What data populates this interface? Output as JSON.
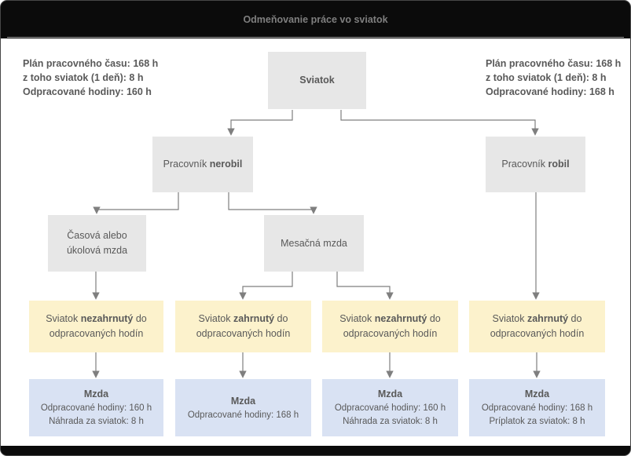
{
  "window": {
    "title": "Odmeňovanie práce vo sviatok"
  },
  "info_left": {
    "lines": [
      "Plán pracovného času: 168 h",
      "z toho sviatok (1 deň): 8 h",
      "Odpracované hodiny: 160 h"
    ]
  },
  "info_right": {
    "lines": [
      "Plán pracovného času: 168 h",
      "z toho sviatok (1 deň): 8 h",
      "Odpracované hodiny: 168 h"
    ]
  },
  "nodes": {
    "sviatok": {
      "label": "Sviatok"
    },
    "nerobil": {
      "prefix": "Pracovník ",
      "bold": "nerobil"
    },
    "robil": {
      "prefix": "Pracovník ",
      "bold": "robil"
    },
    "casova": {
      "line1": "Časová alebo",
      "line2": "úkolová mzda"
    },
    "mesacna": {
      "label": "Mesačná mzda"
    },
    "y1": {
      "prefix": "Sviatok ",
      "bold": "nezahrnutý",
      "suffix": " do",
      "line2": "odpracovaných hodín"
    },
    "y2": {
      "prefix": "Sviatok ",
      "bold": "zahrnutý",
      "suffix": " do",
      "line2": "odpracovaných hodín"
    },
    "y3": {
      "prefix": "Sviatok ",
      "bold": "nezahrnutý",
      "suffix": " do",
      "line2": "odpracovaných hodín"
    },
    "y4": {
      "prefix": "Sviatok ",
      "bold": "zahrnutý",
      "suffix": " do",
      "line2": "odpracovaných hodín"
    },
    "m1": {
      "title": "Mzda",
      "line1": "Odpracované hodiny: 160 h",
      "line2": "Náhrada za sviatok: 8 h"
    },
    "m2": {
      "title": "Mzda",
      "line1": "Odpracované hodiny: 168 h"
    },
    "m3": {
      "title": "Mzda",
      "line1": "Odpracované hodiny: 160 h",
      "line2": "Náhrada za sviatok: 8 h"
    },
    "m4": {
      "title": "Mzda",
      "line1": "Odpracované hodiny: 168 h",
      "line2": "Príplatok za sviatok: 8 h"
    }
  },
  "colors": {
    "frame_bg": "#0b0b0b",
    "canvas_bg": "#ffffff",
    "box_gray": "#e7e7e7",
    "box_yellow": "#fcf2cc",
    "box_blue": "#d9e2f3",
    "text": "#595959",
    "title_text": "#7f7f7f",
    "connector": "#7f7f7f"
  }
}
